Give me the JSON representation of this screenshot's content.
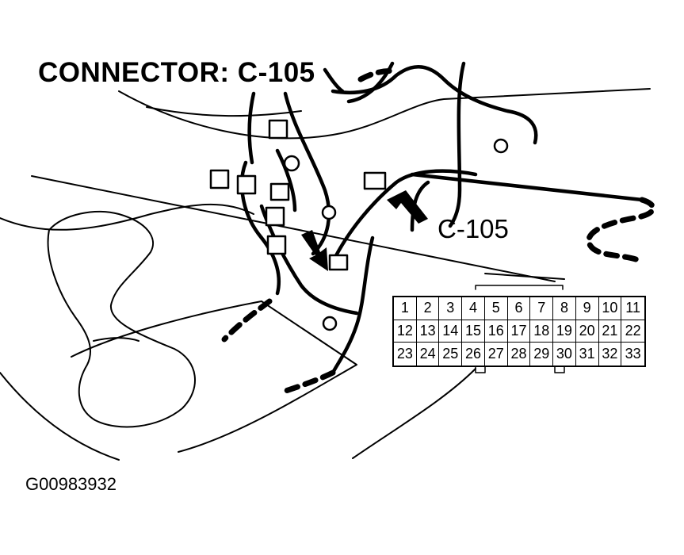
{
  "title": "CONNECTOR: C-105",
  "callout_label": "C-105",
  "figure_id": "G00983932",
  "connector_pins": {
    "row1": [
      "1",
      "2",
      "3",
      "4",
      "5",
      "6",
      "7",
      "8",
      "9",
      "10",
      "11"
    ],
    "row2": [
      "12",
      "13",
      "14",
      "15",
      "16",
      "17",
      "18",
      "19",
      "20",
      "21",
      "22"
    ],
    "row3": [
      "23",
      "24",
      "25",
      "26",
      "27",
      "28",
      "29",
      "30",
      "31",
      "32",
      "33"
    ]
  },
  "colors": {
    "ink": "#000000",
    "paper": "#ffffff"
  }
}
